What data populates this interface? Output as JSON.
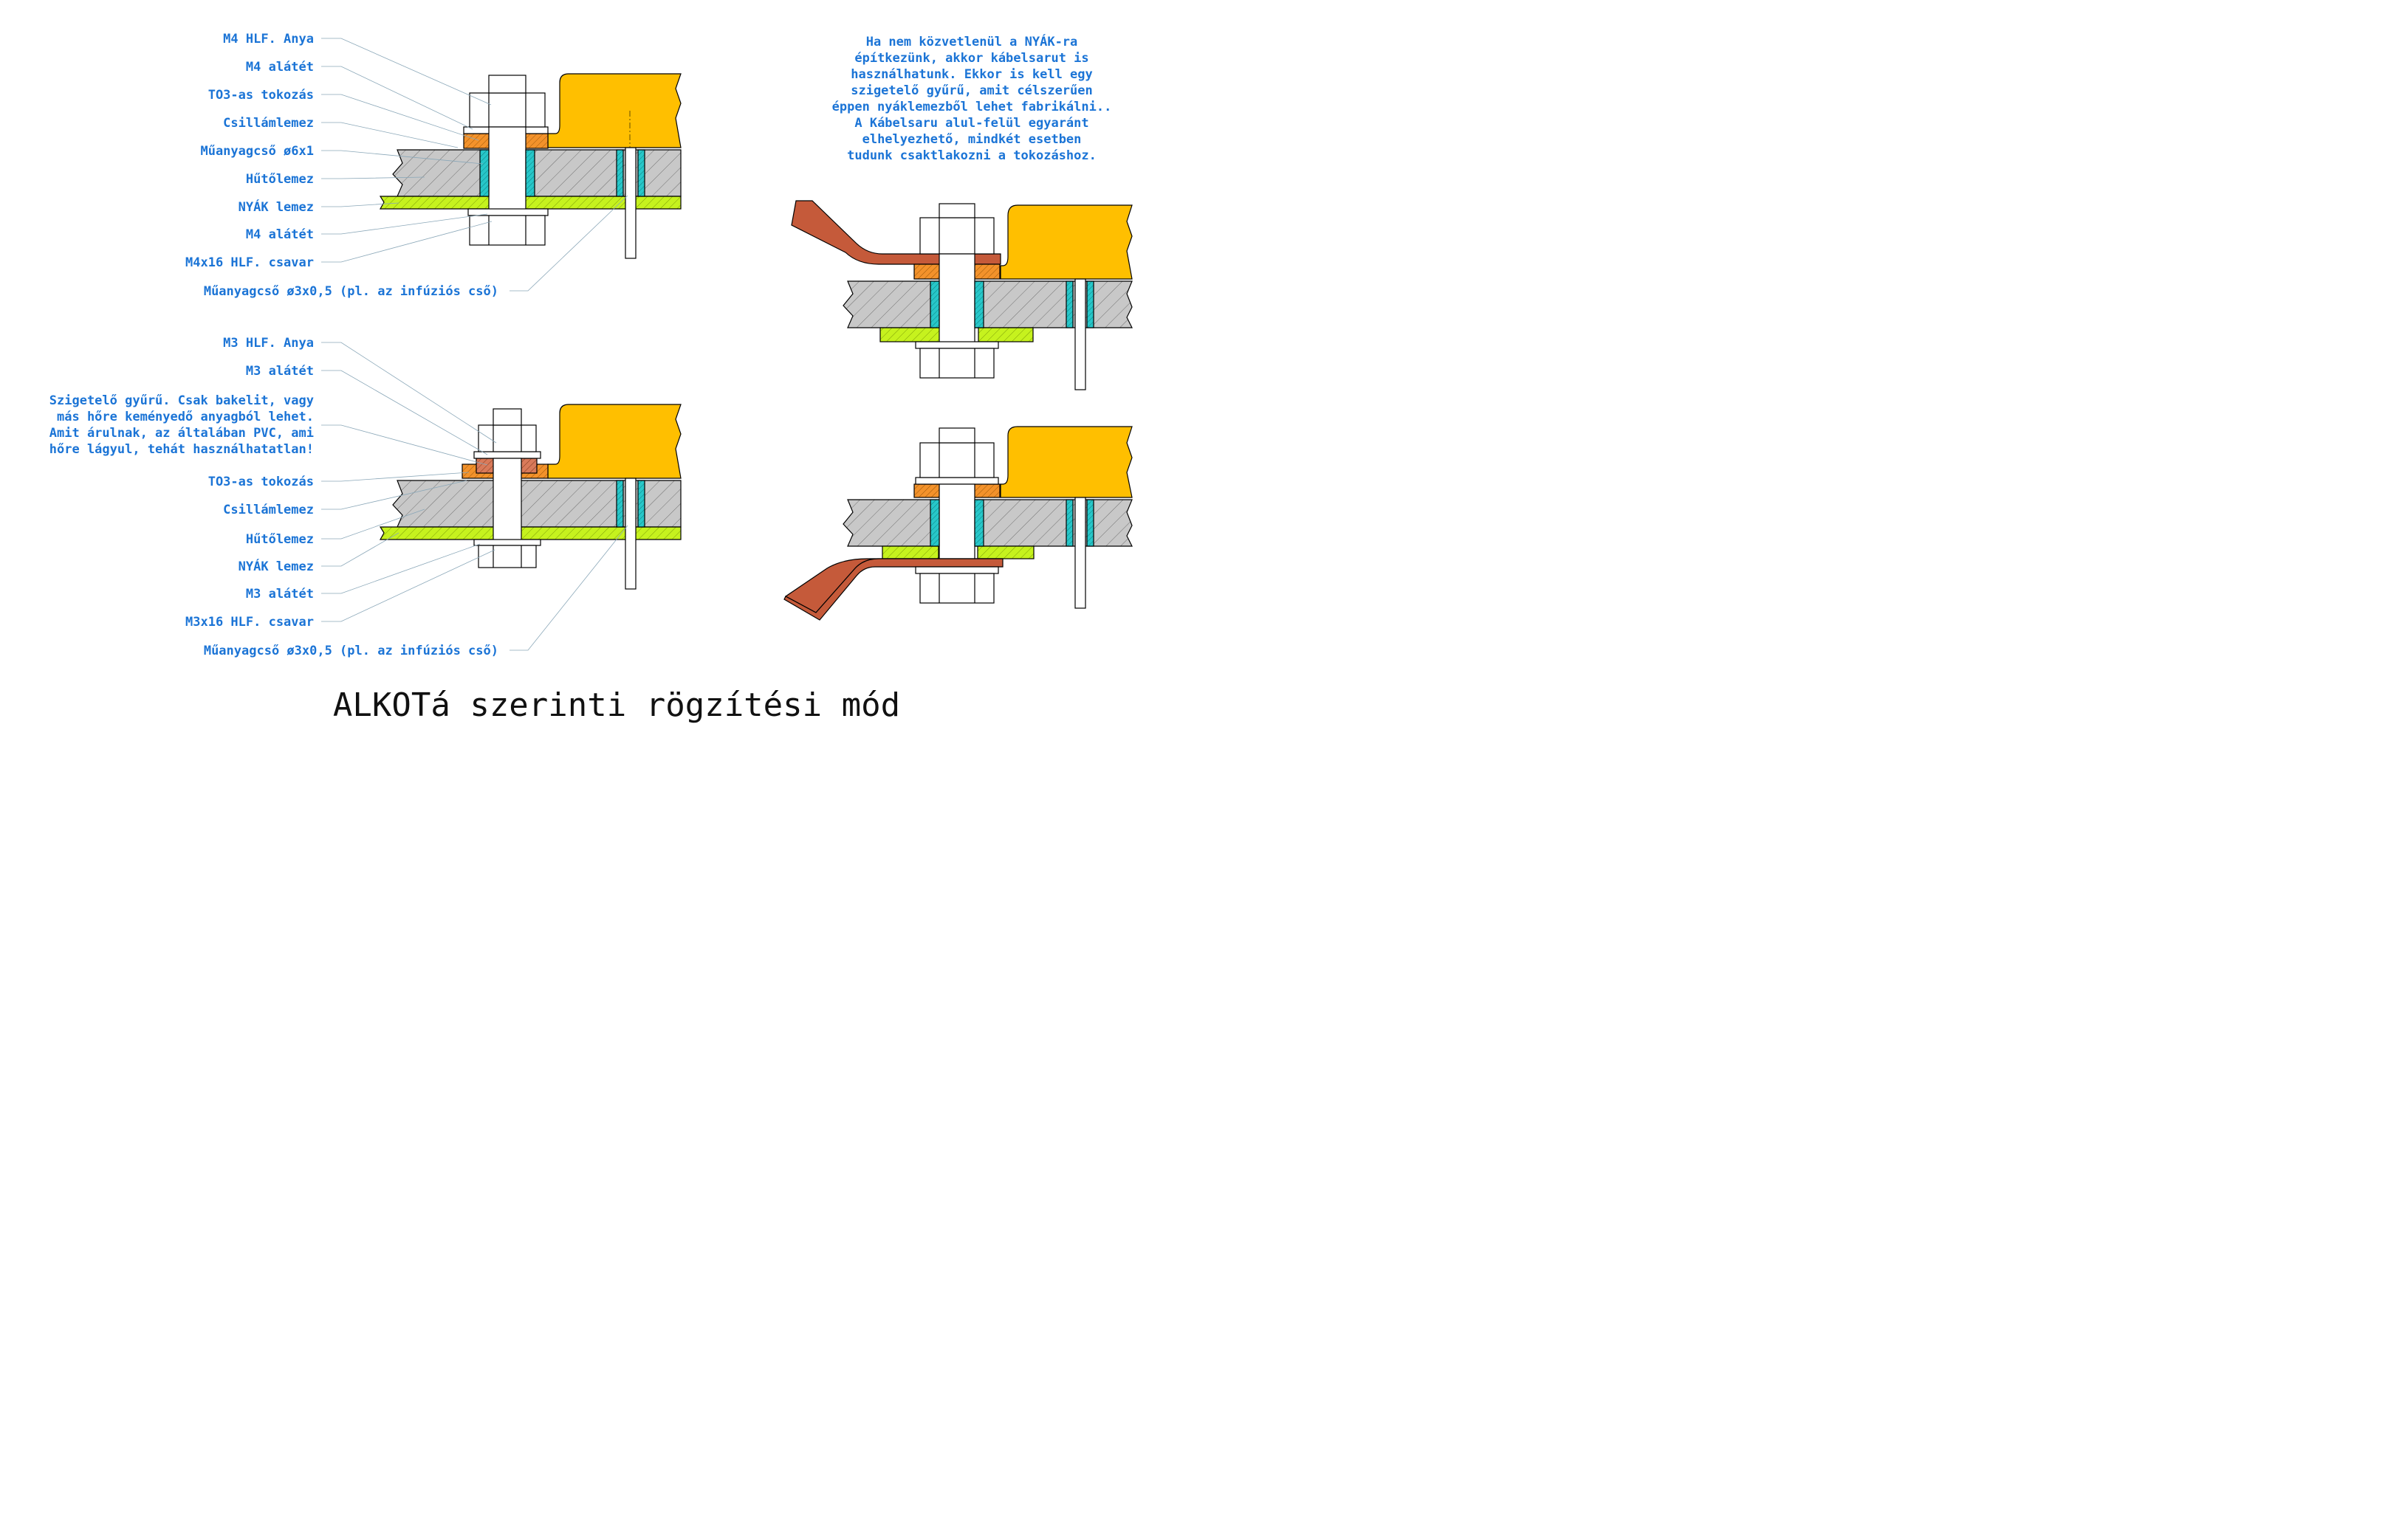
{
  "title": "ALKOTá szerinti rögzítési mód",
  "colors": {
    "label": "#1b74d6",
    "heatsink": "#c8c8c8",
    "pcb": "#c6f21e",
    "transistor_case": "#ffbf00",
    "mica_washer": "#f3922b",
    "insulating_ring": "#d97a5a",
    "tube": "#27c7c9",
    "cable_lug": "#c55a3a"
  },
  "top_labels": [
    "M4 HLF. Anya",
    "M4 alátét",
    "TO3-as tokozás",
    "Csillámlemez",
    "Műanyagcső ø6x1",
    "Hűtőlemez",
    "NYÁK lemez",
    "M4 alátét",
    "M4x16 HLF. csavar",
    "Műanyagcső ø3x0,5 (pl. az infúziós cső)"
  ],
  "bottom_labels": [
    "M3 HLF. Anya",
    "M3 alátét",
    "TO3-as tokozás",
    "Csillámlemez",
    "Hűtőlemez",
    "NYÁK lemez",
    "M3 alátét",
    "M3x16 HLF. csavar",
    "Műanyagcső ø3x0,5 (pl. az infúziós cső)"
  ],
  "ring_note": [
    "Szigetelő gyűrű. Csak bakelit, vagy",
    "más hőre keményedő anyagból lehet.",
    "Amit árulnak, az általában PVC, ami",
    "hőre lágyul, tehát használhatatlan!"
  ],
  "right_note": [
    "Ha nem közvetlenül a NYÁK-ra",
    "építkezünk, akkor kábelsarut is",
    "használhatunk. Ekkor is kell egy",
    "szigetelő gyűrű, amit célszerűen",
    "éppen nyáklemezből lehet fabrikálni..",
    "A Kábelsaru alul-felül egyaránt",
    "elhelyezhető, mindkét esetben",
    "tudunk csaktlakozni a tokozáshoz."
  ]
}
